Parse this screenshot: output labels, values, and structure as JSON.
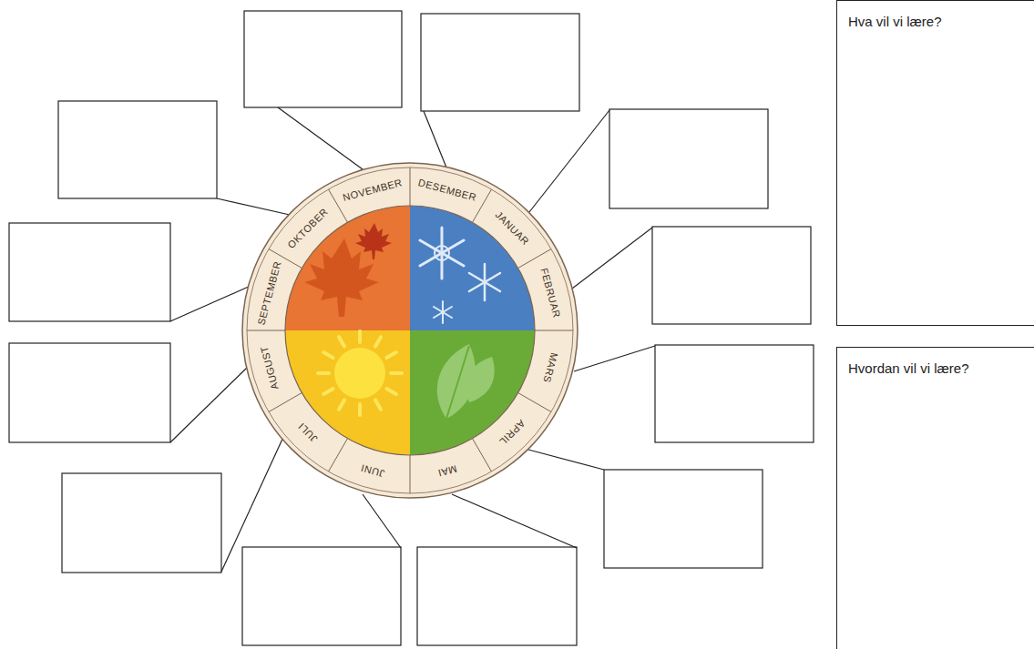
{
  "diagram": {
    "nodes": [
      {
        "text": [
          "JANUAR"
        ]
      },
      {
        "text": [
          "FEBRUAR"
        ]
      },
      {
        "text": [
          "MARS"
        ]
      },
      {
        "text": [
          "APRIL"
        ]
      },
      {
        "text": [
          "MAI"
        ]
      },
      {
        "text": [
          "JUNI"
        ]
      },
      {
        "text": [
          "JULI"
        ]
      },
      {
        "text": [
          "AUGUST"
        ]
      },
      {
        "text": [
          "SEPTEMBER"
        ]
      },
      {
        "text": [
          "OKTOBER"
        ]
      },
      {
        "text": [
          "NOVEMBER"
        ]
      },
      {
        "text": [
          "DESEMBER"
        ]
      },
      {
        "text": [
          "Hva vil vi lære?"
        ]
      },
      {
        "text": [
          "Hvordan vil vi lære?"
        ]
      }
    ]
  }
}
